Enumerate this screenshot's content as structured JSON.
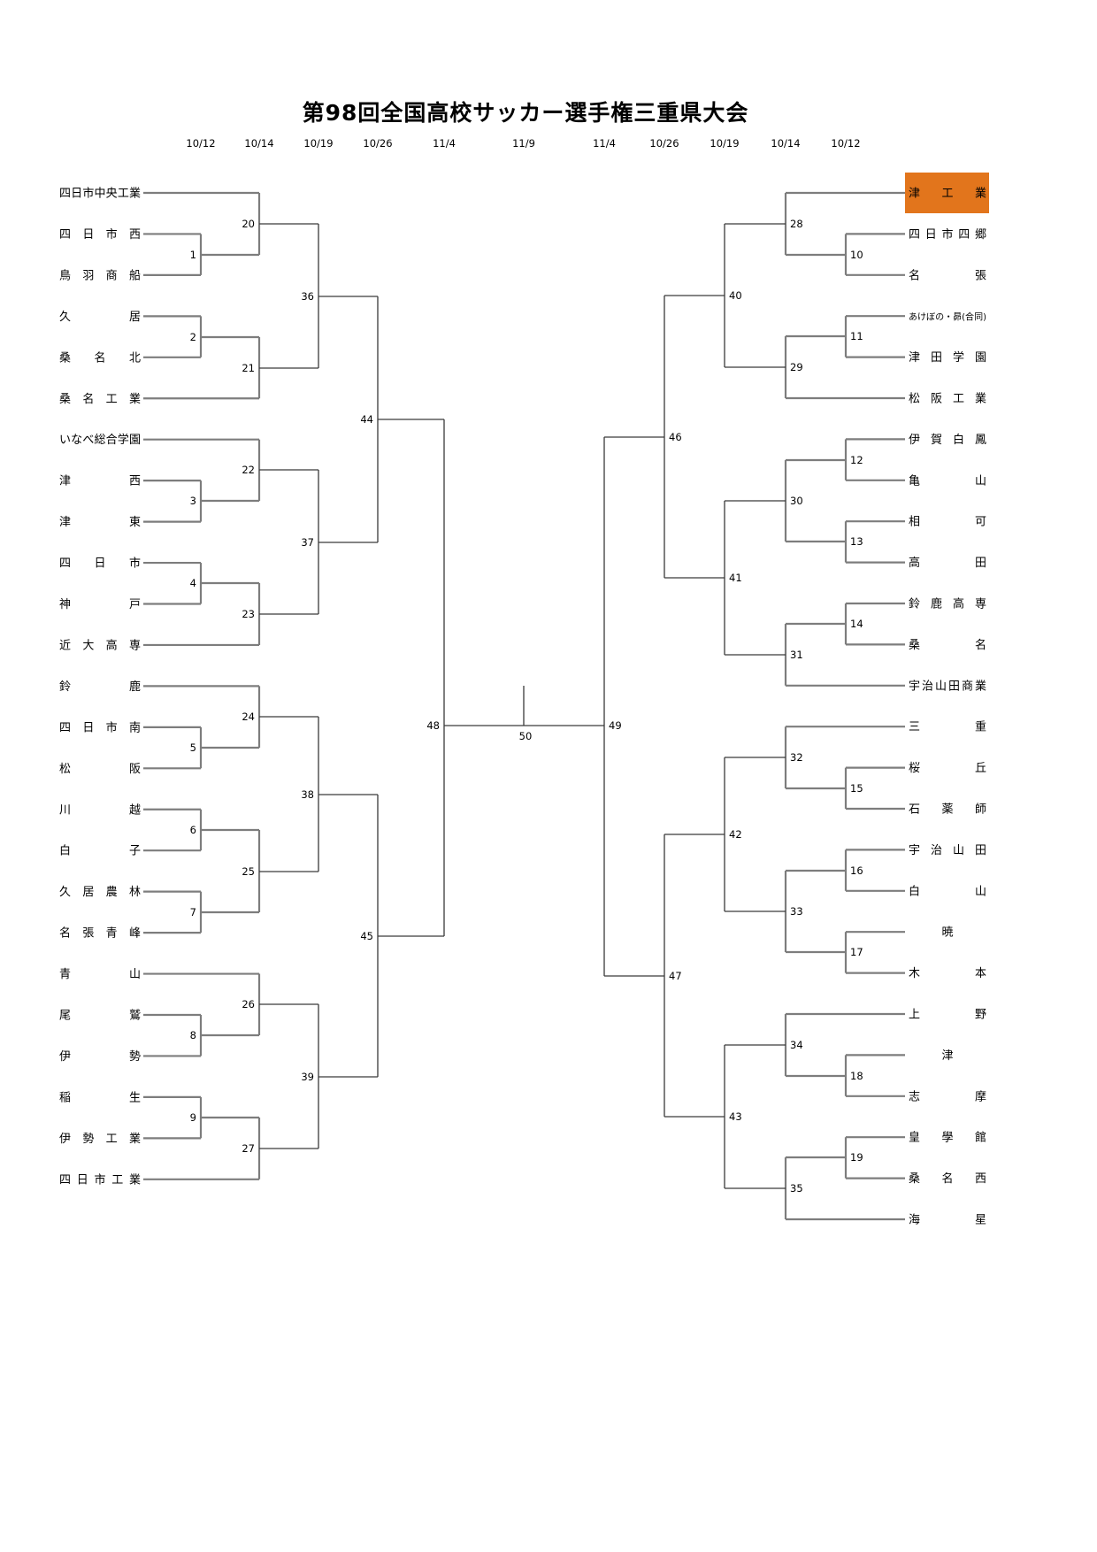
{
  "title": "第98回全国高校サッカー選手権三重県大会",
  "round_dates_left_to_right": [
    "10/12",
    "10/14",
    "10/19",
    "10/26",
    "11/4",
    "11/9",
    "11/4",
    "10/26",
    "10/19",
    "10/14",
    "10/12"
  ],
  "champion": {
    "team": "津工業",
    "highlight_color": "#E2751C"
  },
  "bracket": {
    "teams_left": [
      "四日市中央工業",
      "四日市西",
      "鳥羽商船",
      "久居",
      "桑名北",
      "桑名工業",
      "いなべ総合学園",
      "津西",
      "津東",
      "四日市",
      "神戸",
      "近大高専",
      "鈴鹿",
      "四日市南",
      "松阪",
      "川越",
      "白子",
      "久居農林",
      "名張青峰",
      "青山",
      "尾鷲",
      "伊勢",
      "稲生",
      "伊勢工業",
      "四日市工業"
    ],
    "teams_right": [
      "津工業",
      "四日市四郷",
      "名張",
      "あけぼの・昴(合同)",
      "津田学園",
      "松阪工業",
      "伊賀白鳳",
      "亀山",
      "相可",
      "高田",
      "鈴鹿高専",
      "桑名",
      "宇治山田商業",
      "三重",
      "桜丘",
      "石薬師",
      "宇治山田",
      "白山",
      "暁",
      "木本",
      "上野",
      "津",
      "志摩",
      "皇學館",
      "桑名西",
      "海星"
    ],
    "matches": [
      {
        "n": 1,
        "side": "L",
        "round": 1,
        "top": "T1",
        "bottom": "T2"
      },
      {
        "n": 2,
        "side": "L",
        "round": 1,
        "top": "T3",
        "bottom": "T4"
      },
      {
        "n": 3,
        "side": "L",
        "round": 1,
        "top": "T7",
        "bottom": "T8"
      },
      {
        "n": 4,
        "side": "L",
        "round": 1,
        "top": "T9",
        "bottom": "T10"
      },
      {
        "n": 5,
        "side": "L",
        "round": 1,
        "top": "T13",
        "bottom": "T14"
      },
      {
        "n": 6,
        "side": "L",
        "round": 1,
        "top": "T15",
        "bottom": "T16"
      },
      {
        "n": 7,
        "side": "L",
        "round": 1,
        "top": "T17",
        "bottom": "T18"
      },
      {
        "n": 8,
        "side": "L",
        "round": 1,
        "top": "T20",
        "bottom": "T21"
      },
      {
        "n": 9,
        "side": "L",
        "round": 1,
        "top": "T22",
        "bottom": "T23"
      },
      {
        "n": 10,
        "side": "R",
        "round": 1,
        "top": "T1",
        "bottom": "T2"
      },
      {
        "n": 11,
        "side": "R",
        "round": 1,
        "top": "T3",
        "bottom": "T4"
      },
      {
        "n": 12,
        "side": "R",
        "round": 1,
        "top": "T6",
        "bottom": "T7"
      },
      {
        "n": 13,
        "side": "R",
        "round": 1,
        "top": "T8",
        "bottom": "T9"
      },
      {
        "n": 14,
        "side": "R",
        "round": 1,
        "top": "T10",
        "bottom": "T11"
      },
      {
        "n": 15,
        "side": "R",
        "round": 1,
        "top": "T14",
        "bottom": "T15"
      },
      {
        "n": 16,
        "side": "R",
        "round": 1,
        "top": "T16",
        "bottom": "T17"
      },
      {
        "n": 17,
        "side": "R",
        "round": 1,
        "top": "T18",
        "bottom": "T19"
      },
      {
        "n": 18,
        "side": "R",
        "round": 1,
        "top": "T21",
        "bottom": "T22"
      },
      {
        "n": 19,
        "side": "R",
        "round": 1,
        "top": "T23",
        "bottom": "T24"
      },
      {
        "n": 20,
        "side": "L",
        "round": 2,
        "top": "T0",
        "bottom": "M1"
      },
      {
        "n": 21,
        "side": "L",
        "round": 2,
        "top": "M2",
        "bottom": "T5"
      },
      {
        "n": 22,
        "side": "L",
        "round": 2,
        "top": "T6",
        "bottom": "M3"
      },
      {
        "n": 23,
        "side": "L",
        "round": 2,
        "top": "M4",
        "bottom": "T11"
      },
      {
        "n": 24,
        "side": "L",
        "round": 2,
        "top": "T12",
        "bottom": "M5"
      },
      {
        "n": 25,
        "side": "L",
        "round": 2,
        "top": "M6",
        "bottom": "M7"
      },
      {
        "n": 26,
        "side": "L",
        "round": 2,
        "top": "T19",
        "bottom": "M8"
      },
      {
        "n": 27,
        "side": "L",
        "round": 2,
        "top": "M9",
        "bottom": "T24"
      },
      {
        "n": 28,
        "side": "R",
        "round": 2,
        "top": "T0",
        "bottom": "M10"
      },
      {
        "n": 29,
        "side": "R",
        "round": 2,
        "top": "M11",
        "bottom": "T5"
      },
      {
        "n": 30,
        "side": "R",
        "round": 2,
        "top": "M12",
        "bottom": "M13"
      },
      {
        "n": 31,
        "side": "R",
        "round": 2,
        "top": "M14",
        "bottom": "T12"
      },
      {
        "n": 32,
        "side": "R",
        "round": 2,
        "top": "T13",
        "bottom": "M15"
      },
      {
        "n": 33,
        "side": "R",
        "round": 2,
        "top": "M16",
        "bottom": "M17"
      },
      {
        "n": 34,
        "side": "R",
        "round": 2,
        "top": "T20",
        "bottom": "M18"
      },
      {
        "n": 35,
        "side": "R",
        "round": 2,
        "top": "M19",
        "bottom": "T25"
      },
      {
        "n": 36,
        "side": "L",
        "round": 3,
        "top": "M20",
        "bottom": "M21"
      },
      {
        "n": 37,
        "side": "L",
        "round": 3,
        "top": "M22",
        "bottom": "M23"
      },
      {
        "n": 38,
        "side": "L",
        "round": 3,
        "top": "M24",
        "bottom": "M25"
      },
      {
        "n": 39,
        "side": "L",
        "round": 3,
        "top": "M26",
        "bottom": "M27"
      },
      {
        "n": 40,
        "side": "R",
        "round": 3,
        "top": "M28",
        "bottom": "M29"
      },
      {
        "n": 41,
        "side": "R",
        "round": 3,
        "top": "M30",
        "bottom": "M31"
      },
      {
        "n": 42,
        "side": "R",
        "round": 3,
        "top": "M32",
        "bottom": "M33"
      },
      {
        "n": 43,
        "side": "R",
        "round": 3,
        "top": "M34",
        "bottom": "M35"
      },
      {
        "n": 44,
        "side": "L",
        "round": 4,
        "top": "M36",
        "bottom": "M37"
      },
      {
        "n": 45,
        "side": "L",
        "round": 4,
        "top": "M38",
        "bottom": "M39"
      },
      {
        "n": 46,
        "side": "R",
        "round": 4,
        "top": "M40",
        "bottom": "M41"
      },
      {
        "n": 47,
        "side": "R",
        "round": 4,
        "top": "M42",
        "bottom": "M43"
      },
      {
        "n": 48,
        "side": "L",
        "round": 5,
        "top": "M44",
        "bottom": "M45"
      },
      {
        "n": 49,
        "side": "R",
        "round": 5,
        "top": "M46",
        "bottom": "M47"
      }
    ],
    "final": {
      "number": 50
    }
  }
}
